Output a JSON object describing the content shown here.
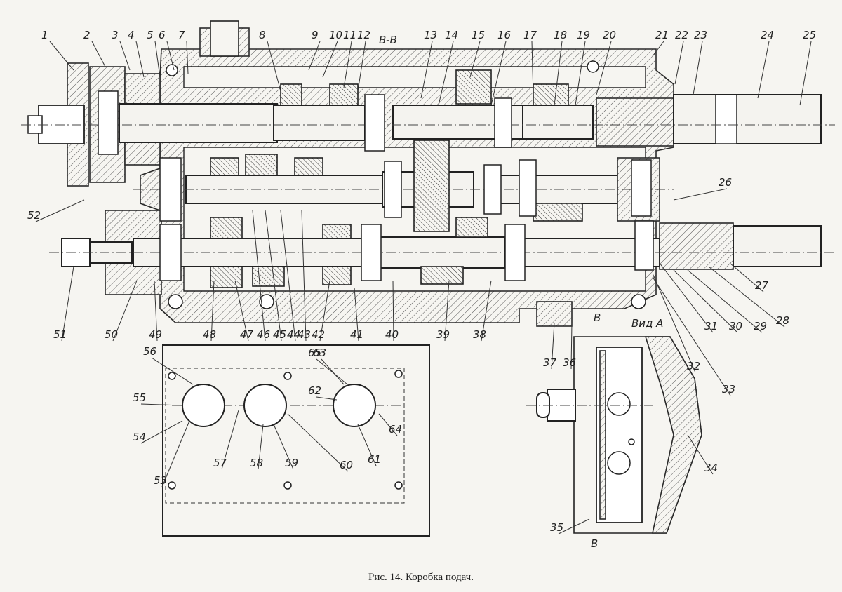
{
  "caption": "Рис. 14. Коробка подач.",
  "section_label": "B-B",
  "view_label": "Вид А",
  "view_arrow_label": "B",
  "view_arrow_label_2": "B",
  "labels_top": [
    "1",
    "2",
    "3",
    "4",
    "5",
    "6",
    "7",
    "8",
    "9",
    "10",
    "11",
    "12",
    "13",
    "14",
    "15",
    "16",
    "17",
    "18",
    "19",
    "20",
    "21",
    "22",
    "23",
    "24",
    "25"
  ],
  "labels_right": [
    "26",
    "27",
    "28",
    "29",
    "30",
    "31",
    "32",
    "33",
    "34"
  ],
  "labels_bottom": [
    "35",
    "36",
    "37",
    "38",
    "39",
    "40",
    "41",
    "42",
    "43",
    "44",
    "45",
    "46",
    "47",
    "48",
    "49",
    "50",
    "51",
    "52"
  ],
  "labels_panel": [
    "53",
    "54",
    "55",
    "56",
    "57",
    "58",
    "59",
    "60",
    "61",
    "62",
    "63",
    "64",
    "65"
  ]
}
